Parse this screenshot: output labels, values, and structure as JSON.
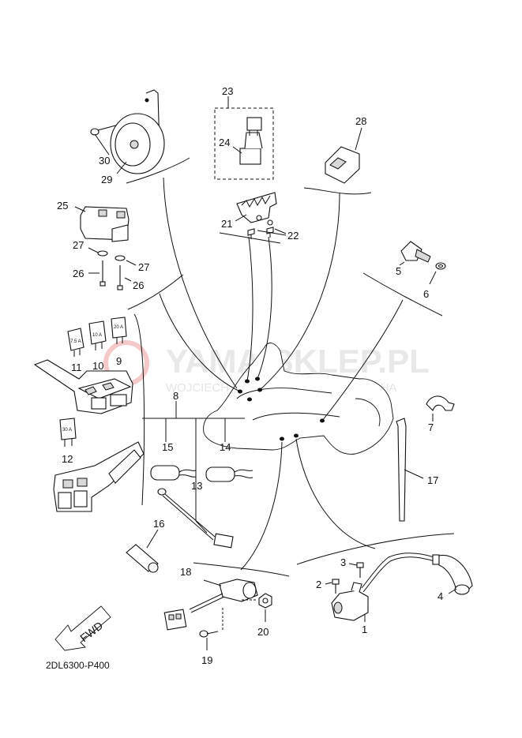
{
  "watermark": {
    "main": "YAMA-SKLEP.PL",
    "sub": "WOJCIECH WOŹNICZ | DEALER YAMAHA"
  },
  "diagram_code": "2DL6300-P400",
  "direction_label": "FWD",
  "fuse_ratings": {
    "fuse_9": "20 A",
    "fuse_10": "10 A",
    "fuse_11": "7.5 A",
    "fuse_12": "30 A"
  },
  "callouts": {
    "c1": "1",
    "c2": "2",
    "c3": "3",
    "c4": "4",
    "c5": "5",
    "c6": "6",
    "c7": "7",
    "c8": "8",
    "c9": "9",
    "c10": "10",
    "c11": "11",
    "c12": "12",
    "c13": "13",
    "c14": "14",
    "c15": "15",
    "c16": "16",
    "c17": "17",
    "c18": "18",
    "c19": "19",
    "c20": "20",
    "c21": "21",
    "c22": "22",
    "c23": "23",
    "c24": "24",
    "c25": "25",
    "c26a": "26",
    "c26b": "26",
    "c27a": "27",
    "c27b": "27",
    "c28": "28",
    "c29": "29",
    "c30": "30"
  }
}
